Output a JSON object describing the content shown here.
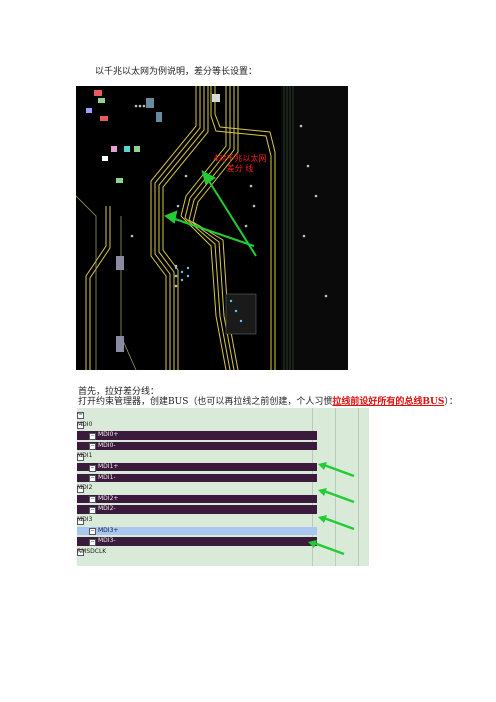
{
  "doc": {
    "intro": "以千兆以太网为例说明，差分等长设置：",
    "step1": "首先，拉好差分线：",
    "step2_prefix": "打开约束管理器，创建BUS（也可以再拉线之前创建，个人习惯",
    "step2_highlight": "拉线前设好所有的总线BUS",
    "step2_suffix": "）："
  },
  "figure1": {
    "annotation": "4对千兆以太网 差分 线",
    "colors": {
      "trace": "#d8c84a",
      "arrow": "#22cc33",
      "note": "#ff1a1a"
    }
  },
  "constraint_table": {
    "rows": [
      {
        "label": "—",
        "kind": "header",
        "cut": true
      },
      {
        "label": "MDI0",
        "kind": "header"
      },
      {
        "label": "MDI0+",
        "kind": "sub"
      },
      {
        "label": "MDI0-",
        "kind": "sub"
      },
      {
        "label": "MDI1",
        "kind": "header"
      },
      {
        "label": "MDI1+",
        "kind": "sub"
      },
      {
        "label": "MDI1-",
        "kind": "sub"
      },
      {
        "label": "MDI2",
        "kind": "header"
      },
      {
        "label": "MDI2+",
        "kind": "sub"
      },
      {
        "label": "MDI2-",
        "kind": "sub"
      },
      {
        "label": "MDI3",
        "kind": "header"
      },
      {
        "label": "MDI3+",
        "kind": "sel"
      },
      {
        "label": "MDI3-",
        "kind": "sub"
      },
      {
        "label": "RMSDCLK",
        "kind": "header"
      }
    ],
    "colors": {
      "header": "#cfe6cf",
      "sub": "#3b1b3b",
      "selected": "#a9c6f0",
      "arrow": "#22cc33"
    }
  }
}
